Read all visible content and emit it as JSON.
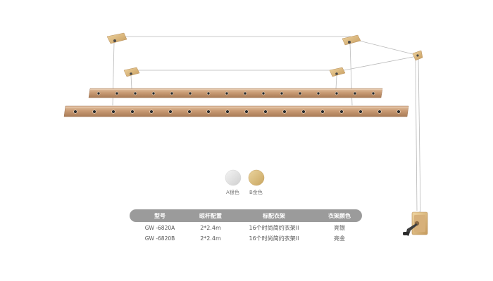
{
  "swatches": [
    {
      "label": "A银色",
      "color": "#e4e4e4"
    },
    {
      "label": "B金色",
      "color": "#dcc285"
    }
  ],
  "table": {
    "headers": [
      "型号",
      "晾杆配置",
      "标配衣架",
      "衣架颜色"
    ],
    "rows": [
      {
        "model": "GW -6820A",
        "rod_config": "2*2.4m",
        "hanger": "16个时尚简约衣架II",
        "color": "亮银"
      },
      {
        "model": "GW -6820B",
        "rod_config": "2*2.4m",
        "hanger": "16个时尚简约衣架II",
        "color": "亮金"
      }
    ]
  },
  "colors": {
    "rod": "#c89a72",
    "mount_gold": "#d9b37c",
    "table_header_bg": "#9b9b9b"
  }
}
